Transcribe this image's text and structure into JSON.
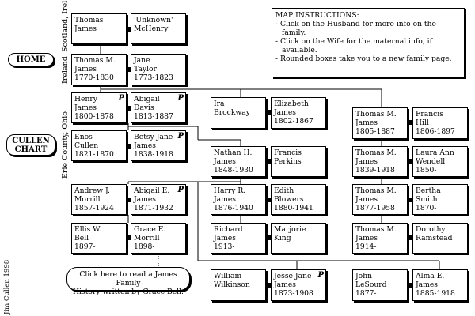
{
  "instructions": [
    "MAP INSTRUCTIONS:",
    "- Click on the Husband for more info on the",
    "  family.",
    "- Click on the Wife for the maternal info, if",
    "  available.",
    "- Rounded boxes take you to a new family page."
  ],
  "nav": {
    "home": "HOME",
    "cullen_line1": "CULLEN",
    "cullen_line2": "CHART"
  },
  "side_labels": {
    "scotland": "Scotland, Ireland",
    "ireland": "Ireland",
    "erie": "Erie County, Ohio",
    "credit": "Jim Cullen 1998"
  },
  "story_link": [
    "Click here to read a James Family",
    "History written by Grace Bell."
  ],
  "people": {
    "thomas_james_1": [
      "Thomas",
      "James"
    ],
    "unknown_mchenry": [
      "'Unknown'",
      "McHenry"
    ],
    "thomas_m_james_1770": [
      "Thomas M.",
      "James",
      "1770-1830"
    ],
    "jane_taylor": [
      "Jane",
      "Taylor",
      "1773-1823"
    ],
    "henry_james": [
      "Henry",
      "James",
      "1800-1878"
    ],
    "abigail_davis": [
      "Abigail",
      "Davis",
      "1813-1887"
    ],
    "enos_cullen": [
      "Enos",
      "Cullen",
      "1821-1870"
    ],
    "betsy_jane_james": [
      "Betsy Jane",
      "James",
      "1838-1918"
    ],
    "ira_brockway": [
      "Ira",
      "Brockway"
    ],
    "elizabeth_james": [
      "Elizabeth",
      "James",
      "1802-1867"
    ],
    "nathan_james": [
      "Nathan H.",
      "James",
      "1848-1930"
    ],
    "francis_perkins": [
      "Francis",
      "Perkins"
    ],
    "andrew_morrill": [
      "Andrew J.",
      "Morrill",
      "1857-1924"
    ],
    "abigail_e_james": [
      "Abigail E.",
      "James",
      "1871-1932"
    ],
    "ellis_bell": [
      "Ellis W.",
      "Bell",
      "1897-"
    ],
    "grace_morrill": [
      "Grace E.",
      "Morrill",
      "1898-"
    ],
    "harry_james": [
      "Harry R.",
      "James",
      "1876-1940"
    ],
    "edith_blowers": [
      "Edith",
      "Blowers",
      "1880-1941"
    ],
    "richard_james": [
      "Richard",
      "James",
      "1913-"
    ],
    "marjorie_king": [
      "Marjorie",
      "King"
    ],
    "william_wilkinson": [
      "William",
      "Wilkinson"
    ],
    "jesse_jane_james": [
      "Jesse Jane",
      "James",
      "1873-1908"
    ],
    "john_lesourd": [
      "John",
      "LeSourd",
      "1877-"
    ],
    "alma_james": [
      "Alma E.",
      "James",
      "1885-1918"
    ],
    "thomas_m_james_1805": [
      "Thomas M.",
      "James",
      "1805-1887"
    ],
    "francis_hill": [
      "Francis",
      "Hill",
      "1806-1897"
    ],
    "thomas_m_james_1839": [
      "Thomas M.",
      "James",
      "1839-1918"
    ],
    "laura_wendell": [
      "Laura Ann",
      "Wendell",
      "1850-"
    ],
    "thomas_m_james_1877": [
      "Thomas M.",
      "James",
      "1877-1958"
    ],
    "bertha_smith": [
      "Bertha",
      "Smith",
      "1870-"
    ],
    "thomas_m_james_1914": [
      "Thomas M.",
      "James",
      "1914-"
    ],
    "dorothy_ramstead": [
      "Dorothy",
      "Ramstead"
    ]
  },
  "picture_marker": "P"
}
